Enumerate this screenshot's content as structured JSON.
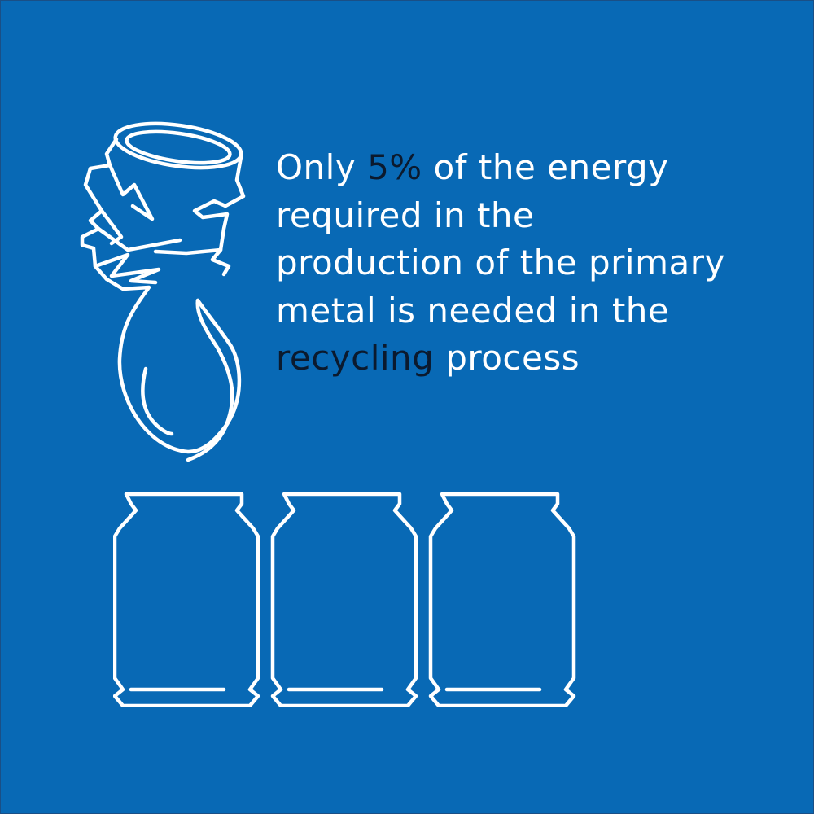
{
  "background_color": "#0869b5",
  "text_color": "#ffffff",
  "highlight_color": "#0b1a2e",
  "message": {
    "part1": "Only ",
    "highlight1": "5%",
    "part2": " of the energy required in the production of the primary metal is needed in the ",
    "highlight2": "recycling",
    "part3": " process"
  },
  "icons": {
    "crushed_can": "crushed-can-icon",
    "cans": [
      "can-icon",
      "can-icon",
      "can-icon"
    ]
  }
}
